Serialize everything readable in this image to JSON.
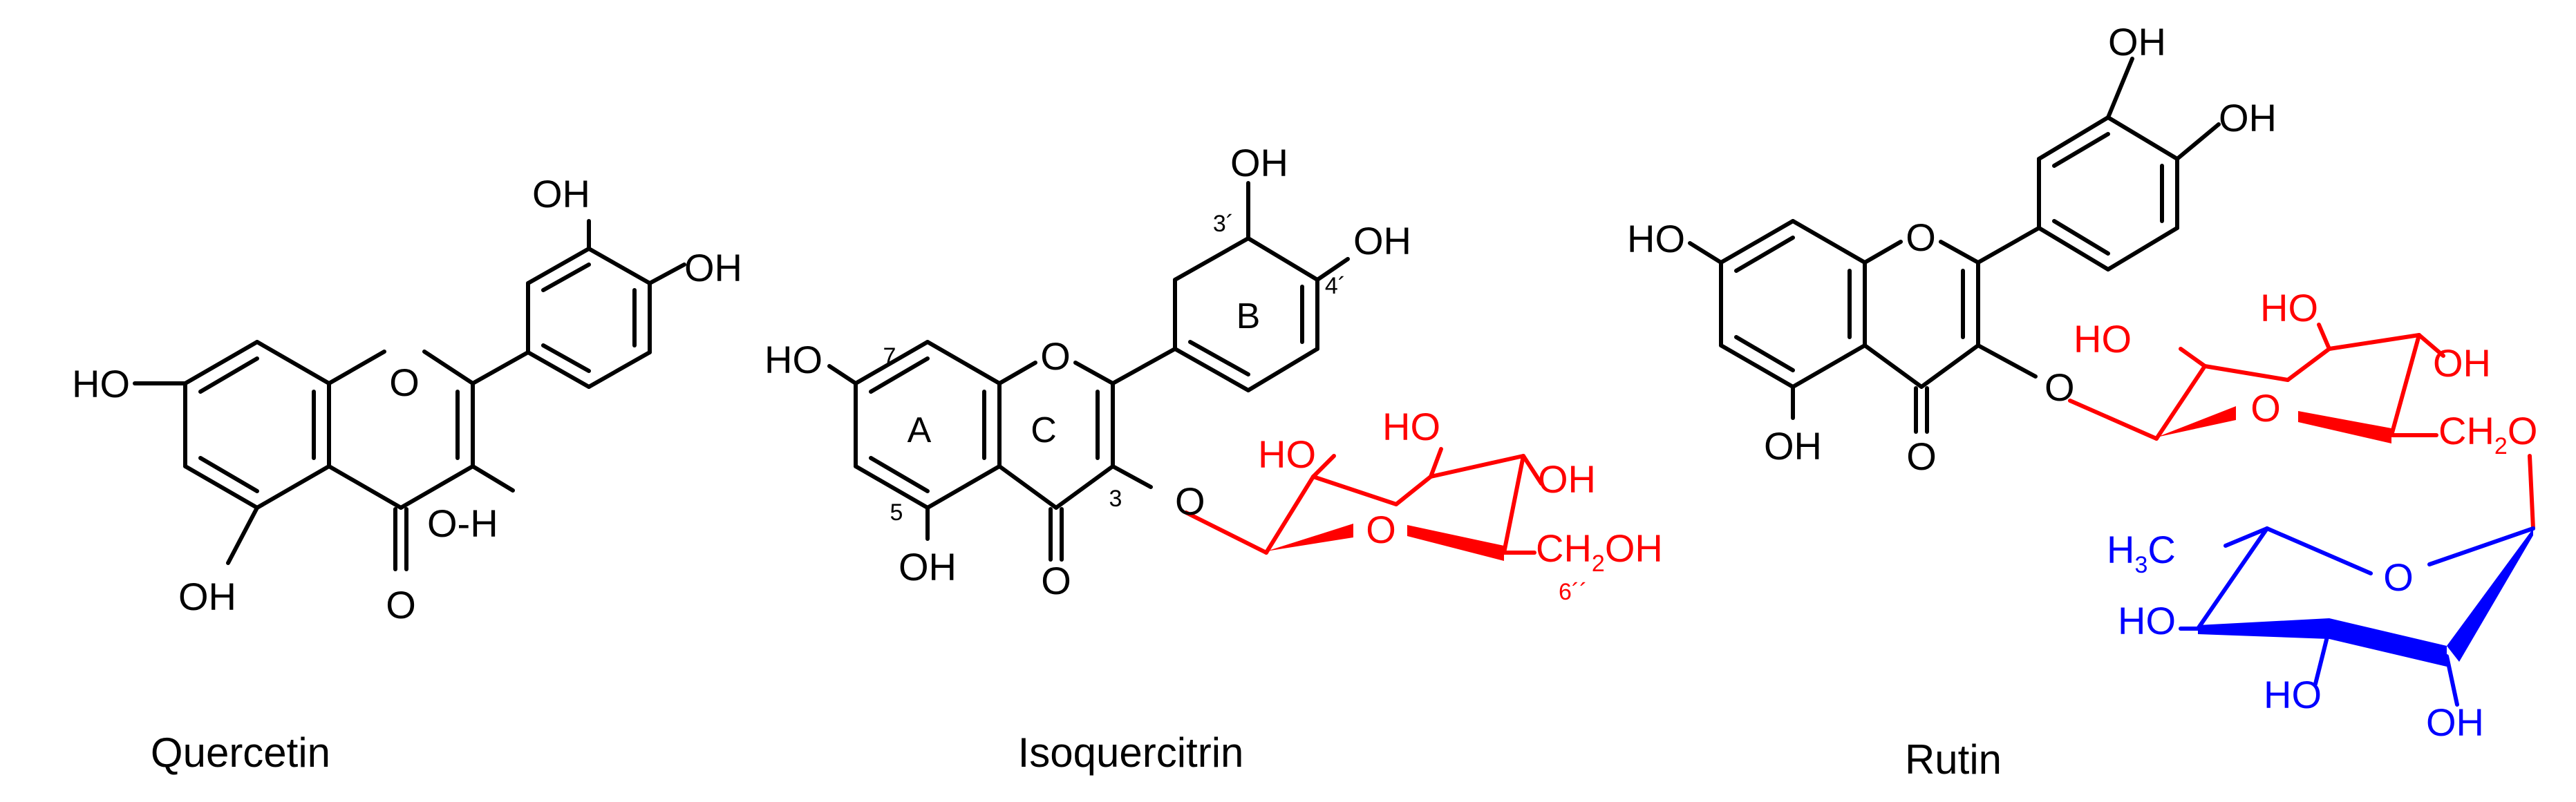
{
  "colors": {
    "aglycone": "#000000",
    "glucose": "#ff0000",
    "rhamnose": "#0000ff"
  },
  "quercetin": {
    "name": "Quercetin",
    "oh_3p": "OH",
    "oh_4p": "OH",
    "ho_7": "HO",
    "oh_5": "OH",
    "o_4": "O",
    "o_ring": "O",
    "oh_3": "O-H"
  },
  "isoquercitrin": {
    "name": "Isoquercitrin",
    "oh_3p": "OH",
    "oh_4p": "OH",
    "ho_7": "HO",
    "oh_5": "OH",
    "o_4": "O",
    "o_ring": "O",
    "o_link": "O",
    "ring_a": "A",
    "ring_b": "B",
    "ring_c": "C",
    "pos_7": "7",
    "pos_5": "5",
    "pos_3": "3",
    "pos_3p": "3´",
    "pos_4p": "4´",
    "pos_6pp": "6´´",
    "sugar": {
      "ho_2": "HO",
      "ho_3": "HO",
      "oh_4": "OH",
      "o_ring": "O",
      "ch2_main": "CH",
      "ch2_sub": "2",
      "ch2_oh": "OH"
    }
  },
  "rutin": {
    "name": "Rutin",
    "oh_3p": "OH",
    "oh_4p": "OH",
    "ho_7": "HO",
    "oh_5": "OH",
    "o_4": "O",
    "o_ring": "O",
    "o_link": "O",
    "glucose": {
      "ho_2": "HO",
      "ho_3": "HO",
      "oh_4": "OH",
      "o_ring": "O",
      "ch2_main": "CH",
      "ch2_sub": "2",
      "ch2_o": "O"
    },
    "rhamnose": {
      "ch3_main": "H",
      "ch3_sub": "3",
      "ch3_c": "C",
      "o_ring": "O",
      "ho_4": "HO",
      "ho_3": "HO",
      "oh_2": "OH"
    }
  }
}
